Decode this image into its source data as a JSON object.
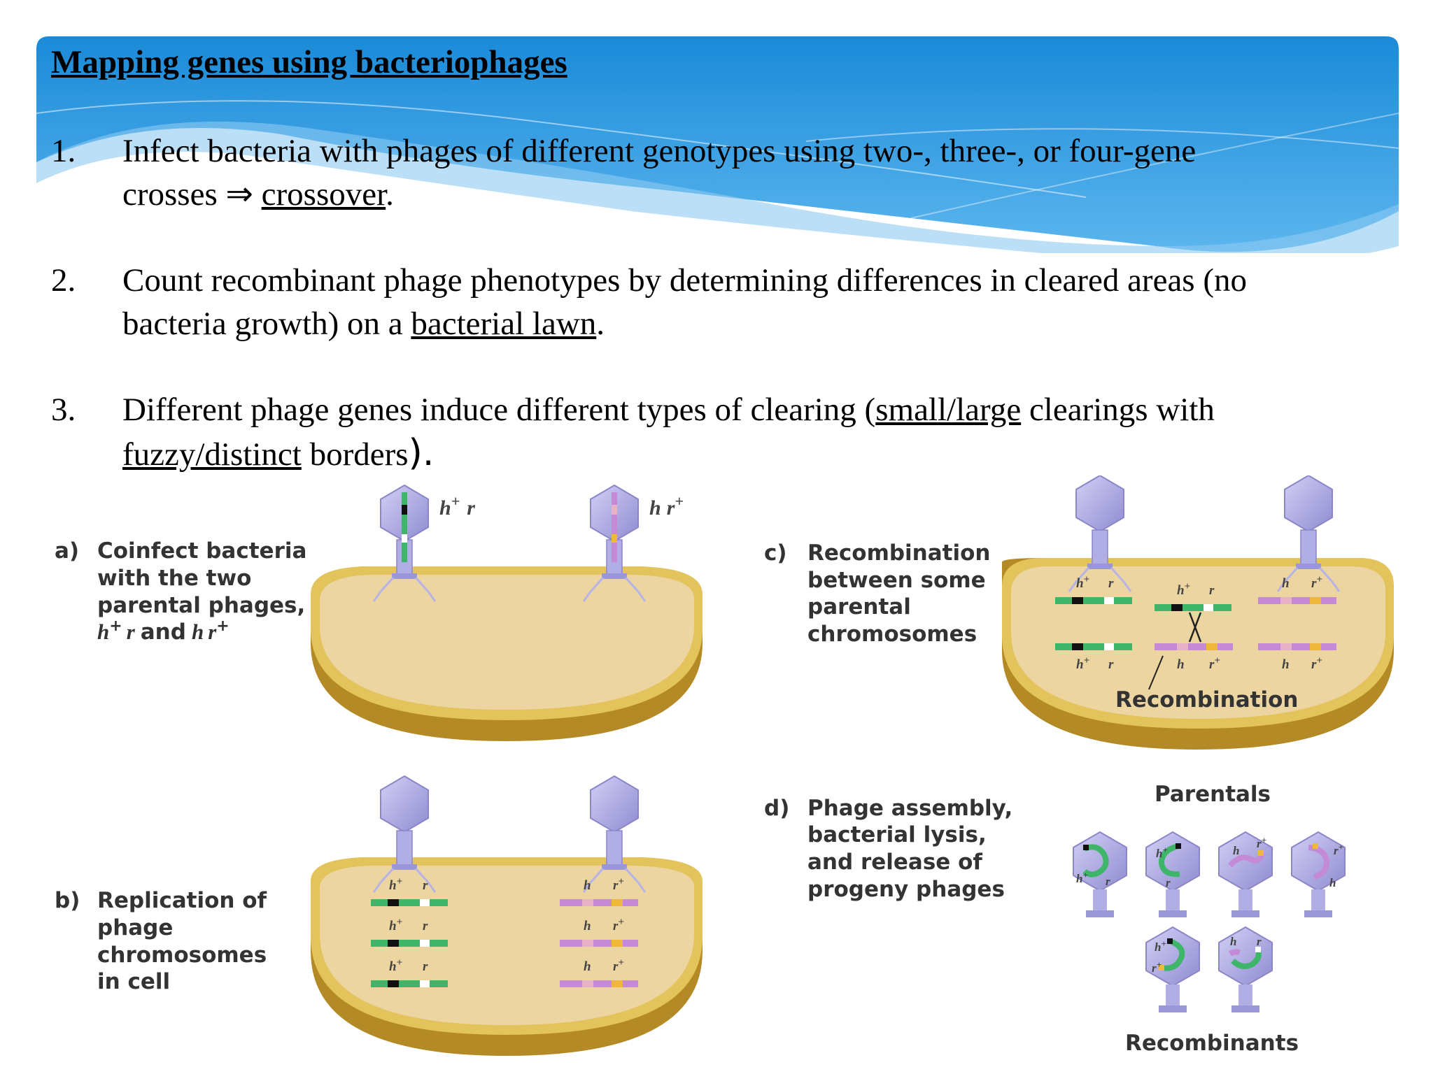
{
  "slide": {
    "title": "Mapping genes  using bacteriophages",
    "points": [
      {
        "num": "1.",
        "line1": "Infect bacteria with phages of different genotypes using two-, three-, or four-gene",
        "line2_pre": "crosses ⇒ ",
        "line2_link": "crossover",
        "line2_post": "."
      },
      {
        "num": "2.",
        "line1": "Count recombinant phage phenotypes by determining differences in cleared areas (no",
        "line2_pre": "bacteria growth) on a ",
        "line2_link": "bacterial lawn",
        "line2_post": "."
      },
      {
        "num": "3.",
        "line1_pre": "Different phage genes induce different types of clearing (",
        "line1_link": "small/large",
        "line1_post": " clearings with",
        "line2_link": "fuzzy/distinct",
        "line2_post": " borders",
        "line2_close": ")."
      }
    ]
  },
  "figure": {
    "panel_a": {
      "letter": "a)",
      "lines": [
        "Coinfect bacteria",
        "with the two",
        "parental phages,"
      ],
      "genotypes_line": {
        "g1": "h",
        "s1": "+",
        "g2": "r",
        "and": "and",
        "g3": "h",
        "g4": "r",
        "s2": "+"
      }
    },
    "panel_b": {
      "letter": "b)",
      "lines": [
        "Replication of",
        "phage",
        "chromosomes",
        "in cell"
      ]
    },
    "panel_c": {
      "letter": "c)",
      "lines": [
        "Recombination",
        "between some",
        "parental",
        "chromosomes"
      ],
      "recombination_label": "Recombination"
    },
    "panel_d": {
      "letter": "d)",
      "lines": [
        "Phage assembly,",
        "bacterial lysis,",
        "and release of",
        "progeny phages"
      ],
      "parentals_label": "Parentals",
      "recombinants_label": "Recombinants"
    },
    "genes": {
      "h": "h",
      "r": "r",
      "plus": "+"
    },
    "colors": {
      "cell_fill": "#ecd5a1",
      "cell_rim": "#caa13e",
      "green_chromosome": "#3fb56a",
      "pink_chromosome": "#c48ad6",
      "phage_body": "#a9a6e0",
      "banner_blue": "#1f8fdc"
    }
  }
}
